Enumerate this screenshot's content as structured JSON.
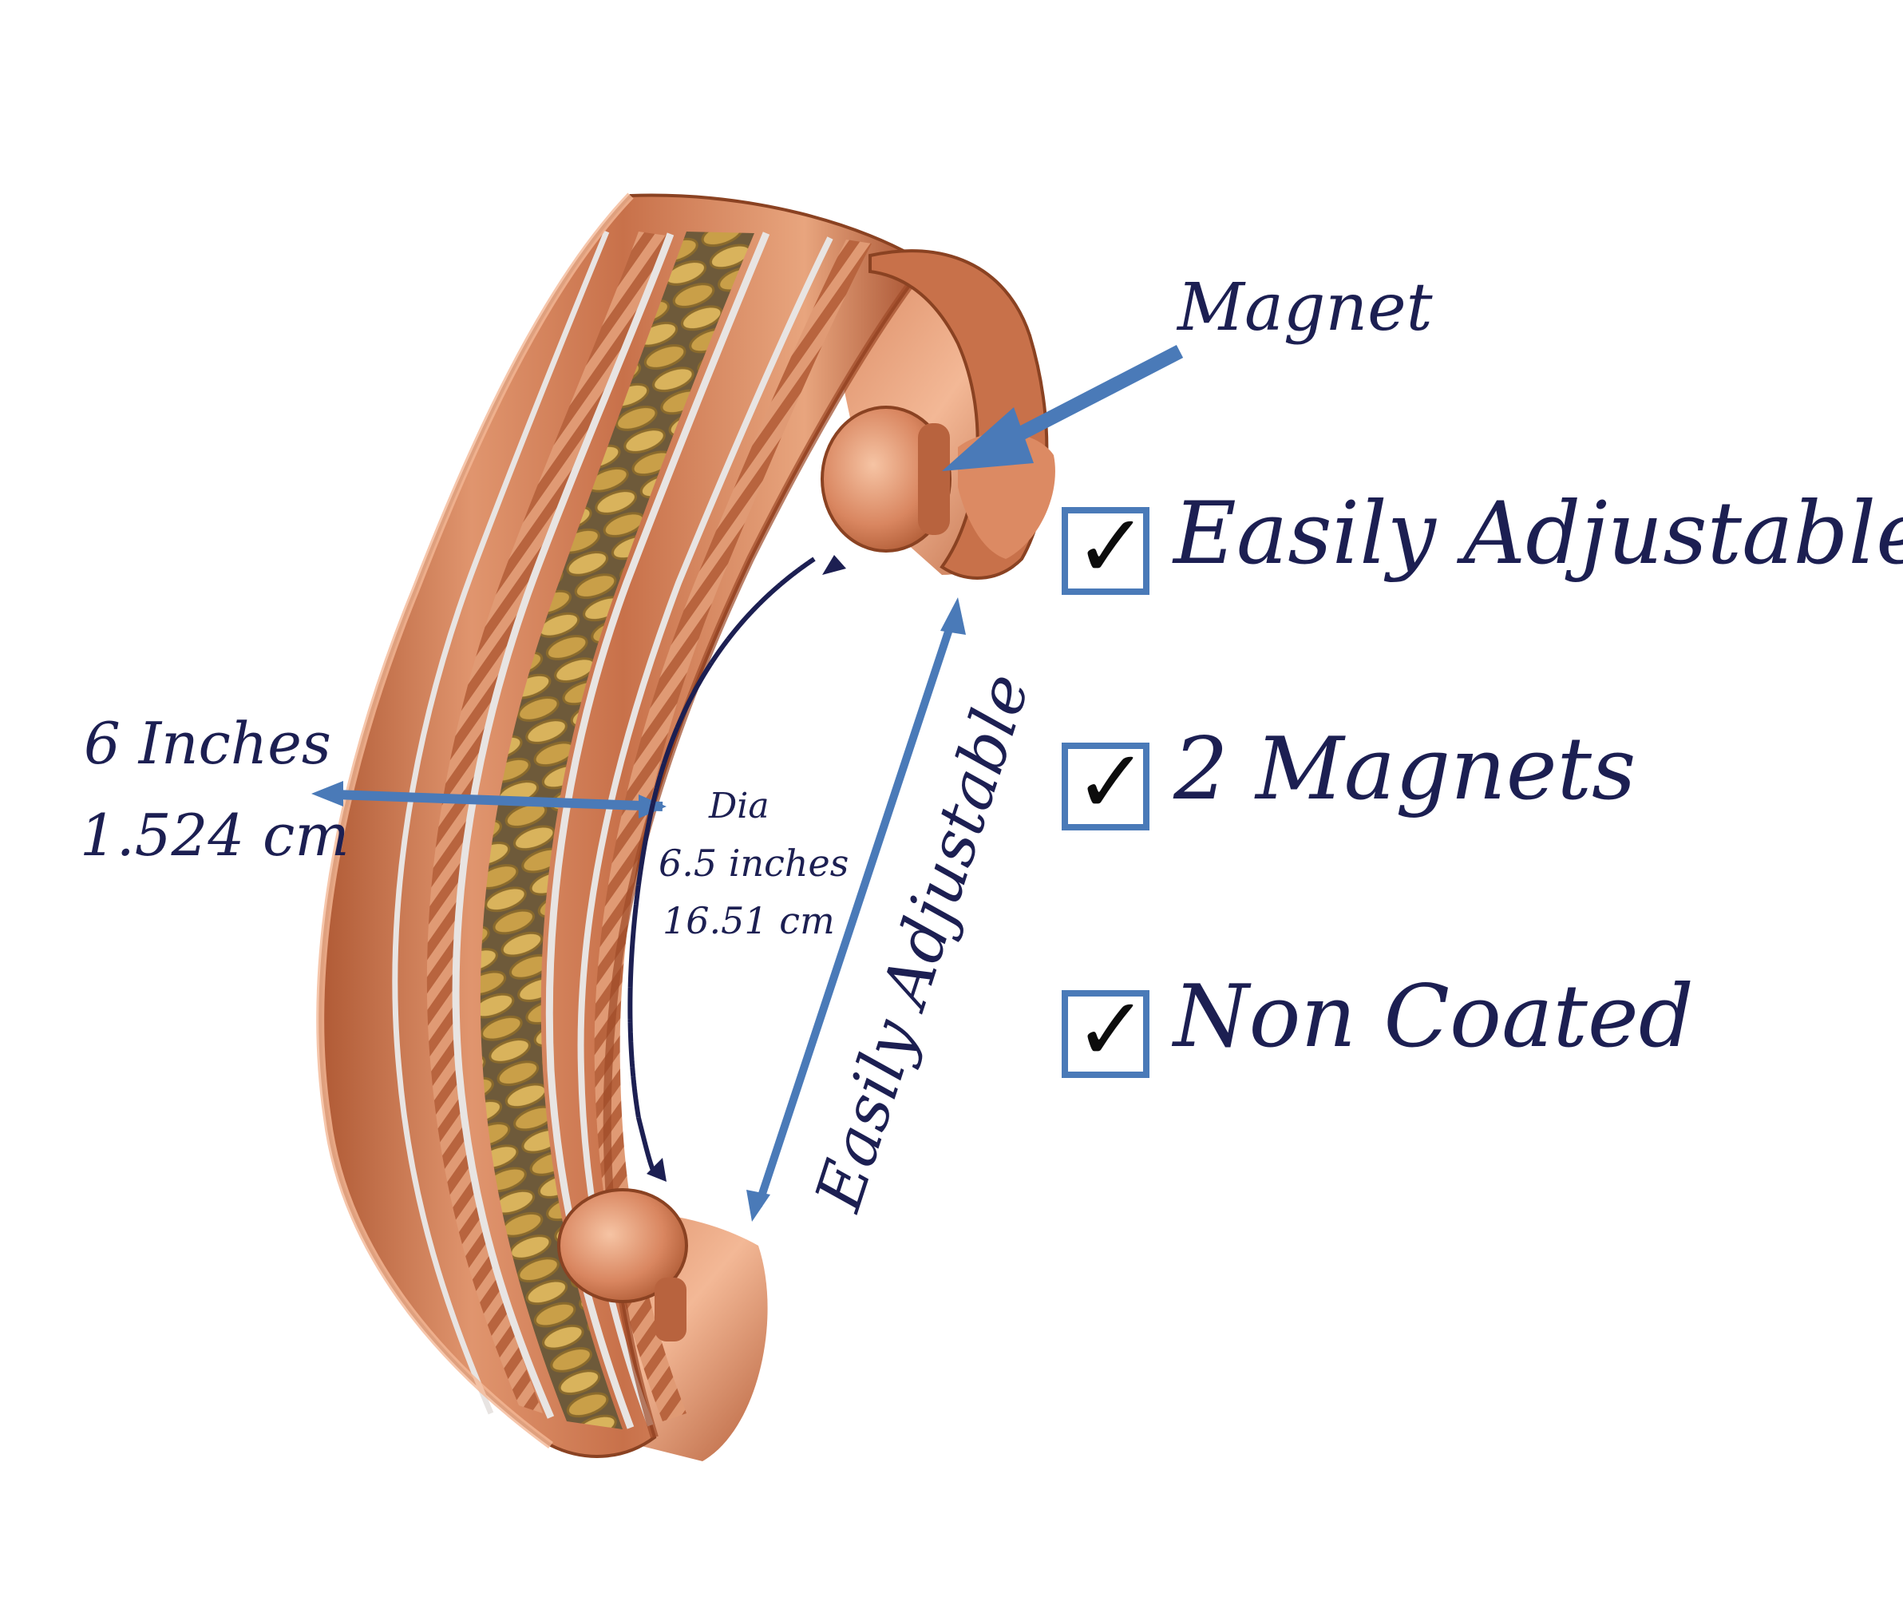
{
  "annotations": {
    "magnet": "Magnet",
    "width_inches": "6 Inches",
    "width_cm": "1.524 cm",
    "diameter_label": "Dia",
    "diameter_inches": "6.5 inches",
    "diameter_cm": "16.51 cm",
    "adjustable_vertical": "Easily Adjustable"
  },
  "features": [
    {
      "label": "Easily Adjustable"
    },
    {
      "label": "2 Magnets"
    },
    {
      "label": "Non Coated"
    }
  ],
  "colors": {
    "text_navy": "#1c1f52",
    "arrow_blue": "#4a7ab8",
    "copper": "#c8714a",
    "brass": "#c9a24a"
  },
  "icons": {
    "checkmark": "check-icon"
  }
}
